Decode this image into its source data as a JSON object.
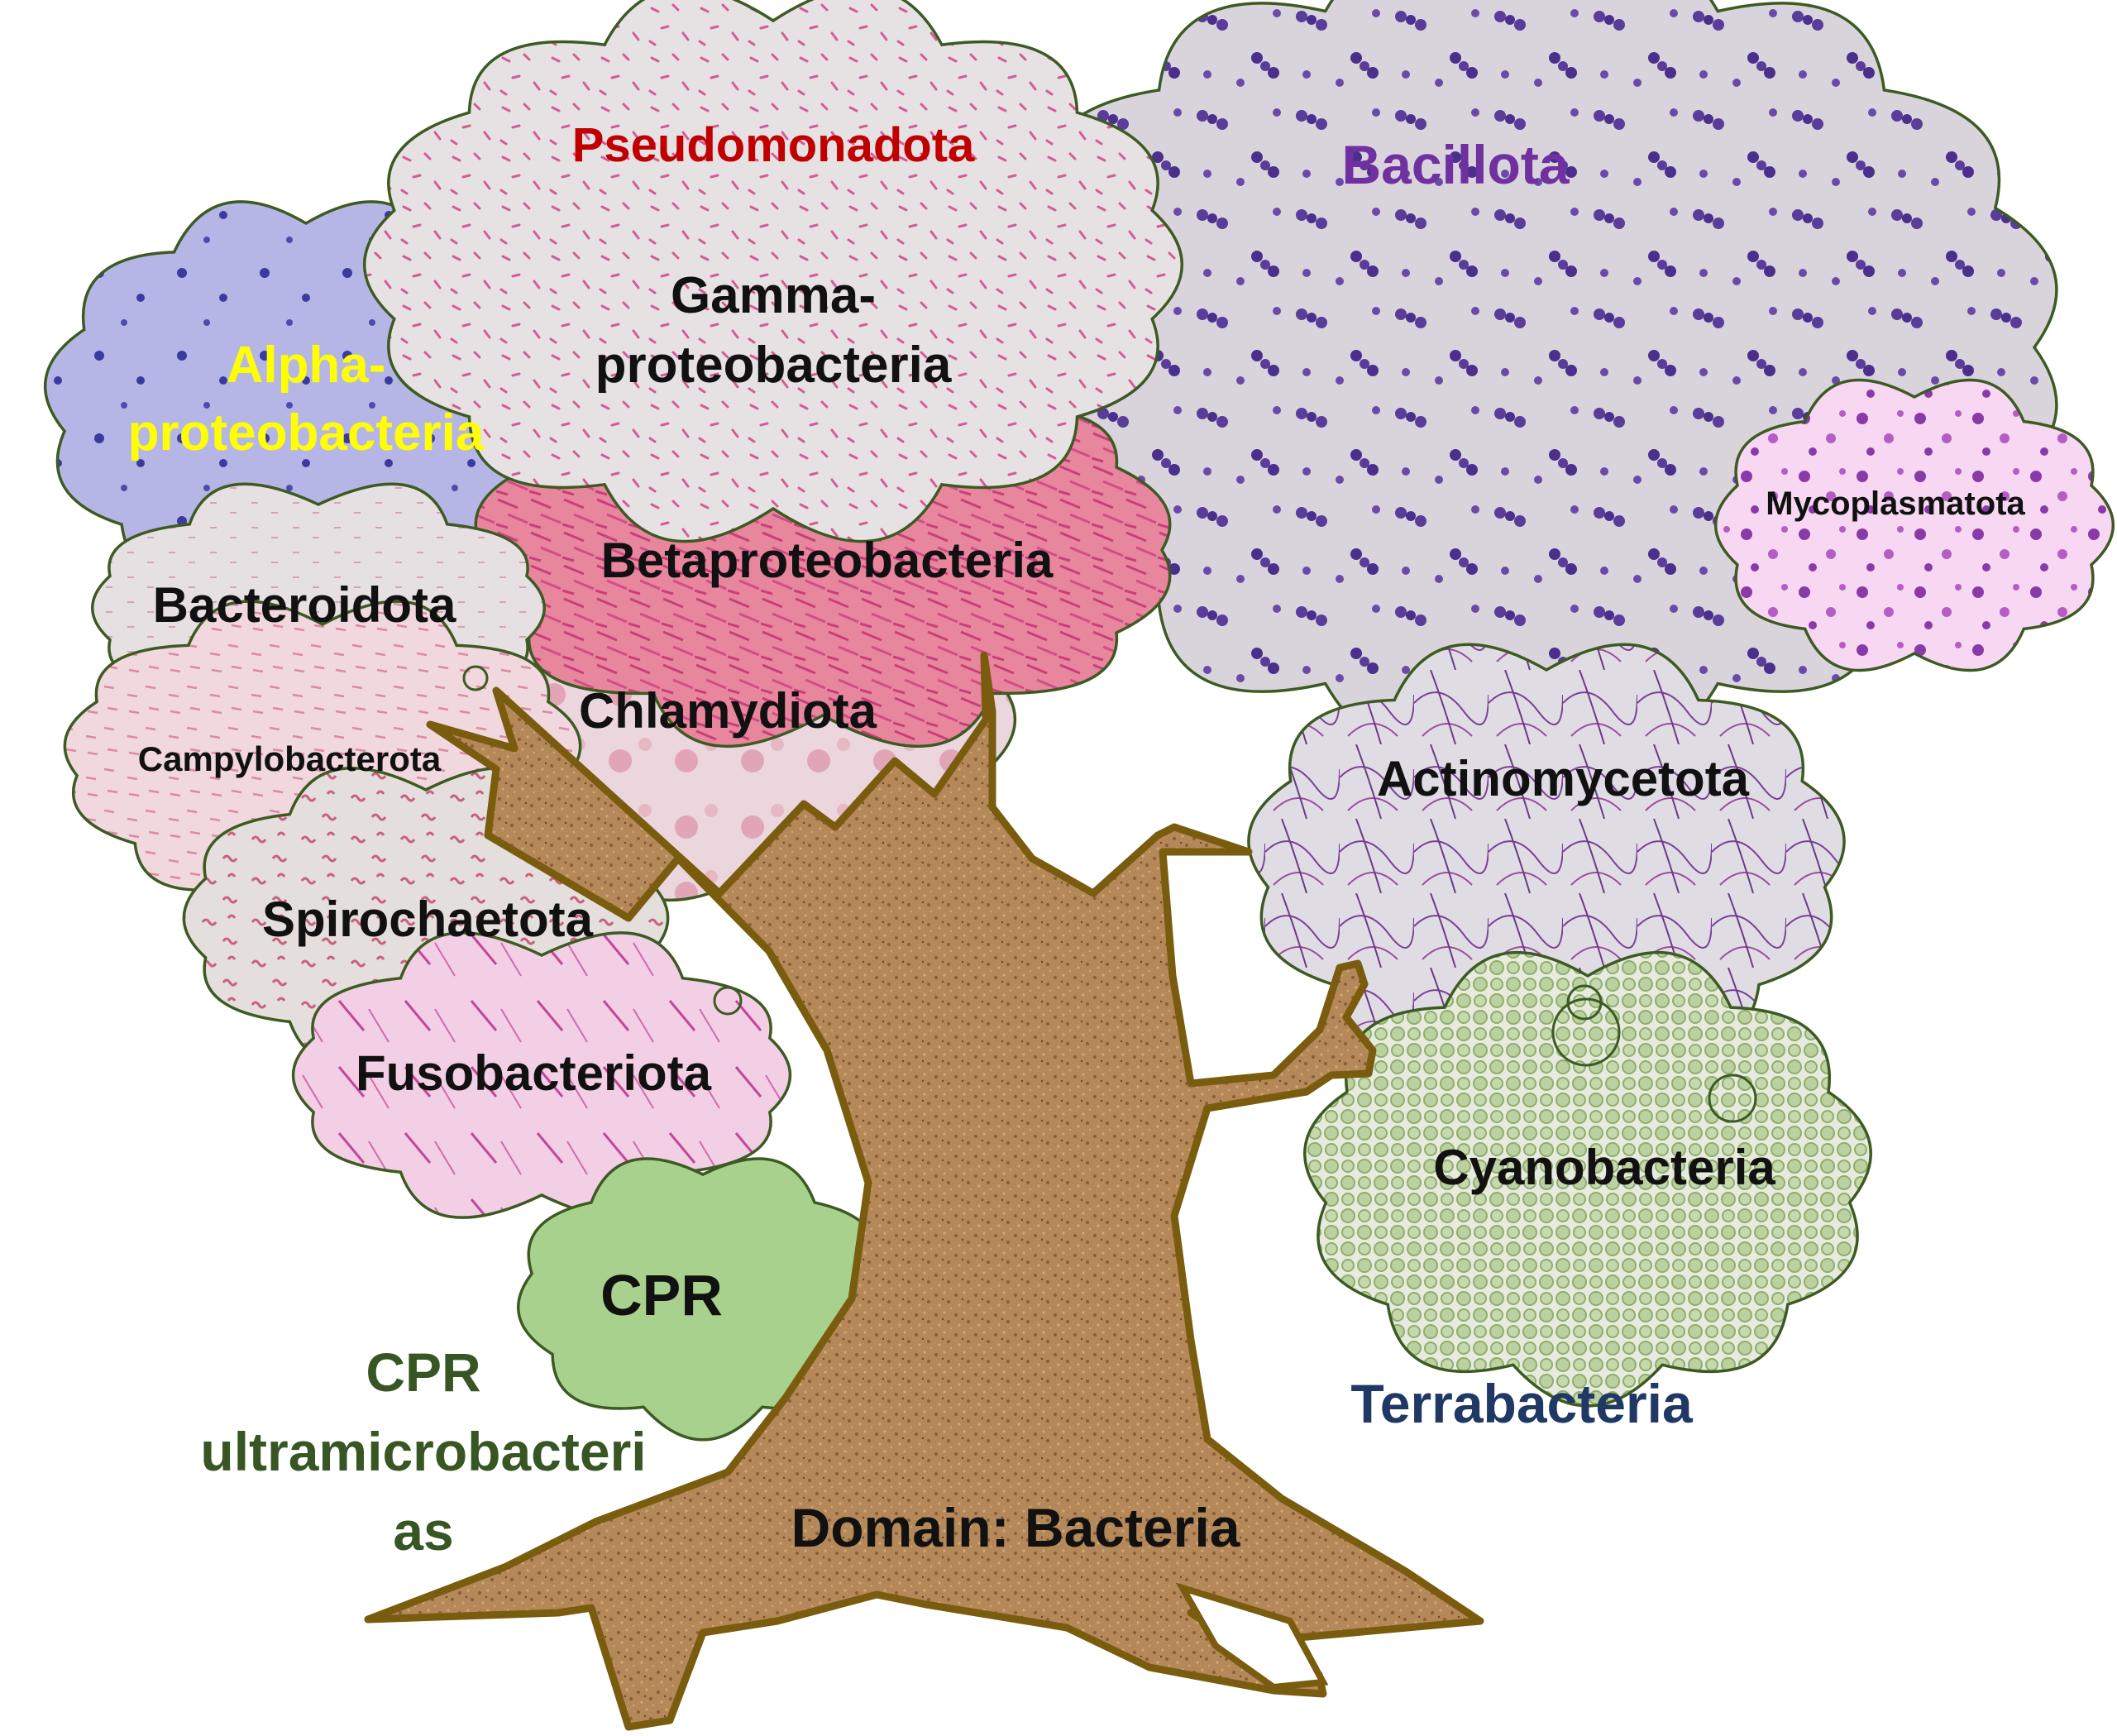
{
  "diagram": {
    "domain_label": "Domain: Bacteria",
    "groups": [
      {
        "id": "pseudomonadota",
        "label": "Pseudomonadota",
        "color": "#c00000"
      },
      {
        "id": "bacillota",
        "label": "Bacillota",
        "color": "#7030a0"
      },
      {
        "id": "terrabacteria",
        "label": "Terrabacteria",
        "color": "#1f3864"
      },
      {
        "id": "cpr-group",
        "label_lines": [
          "CPR",
          "ultramicrobacteri",
          "as"
        ],
        "color": "#375623"
      }
    ],
    "phyla": [
      {
        "id": "gamma",
        "label_lines": [
          "Gamma-",
          "proteobacteria"
        ],
        "color": "#111111"
      },
      {
        "id": "alpha",
        "label_lines": [
          "Alpha-",
          "proteobacteria"
        ],
        "color": "#ffff00"
      },
      {
        "id": "beta",
        "label": "Betaproteobacteria",
        "color": "#111111"
      },
      {
        "id": "bacteroidota",
        "label": "Bacteroidota",
        "color": "#111111"
      },
      {
        "id": "chlamydiota",
        "label": "Chlamydiota",
        "color": "#111111"
      },
      {
        "id": "campylobacterota",
        "label": "Campylobacterota",
        "color": "#111111"
      },
      {
        "id": "spirochaetota",
        "label": "Spirochaetota",
        "color": "#111111"
      },
      {
        "id": "fusobacteriota",
        "label": "Fusobacteriota",
        "color": "#111111"
      },
      {
        "id": "cpr",
        "label": "CPR",
        "color": "#111111"
      },
      {
        "id": "mycoplasmatota",
        "label": "Mycoplasmatota",
        "color": "#111111"
      },
      {
        "id": "actinomycetota",
        "label": "Actinomycetota",
        "color": "#111111"
      },
      {
        "id": "cyanobacteria",
        "label": "Cyanobacteria",
        "color": "#111111"
      }
    ],
    "palette": {
      "trunk_fill": "#b5885a",
      "trunk_outline": "#7a5c0f",
      "cloud_outline": "#3d5a22",
      "cpr_cloud_fill": "#a9d18e"
    }
  }
}
